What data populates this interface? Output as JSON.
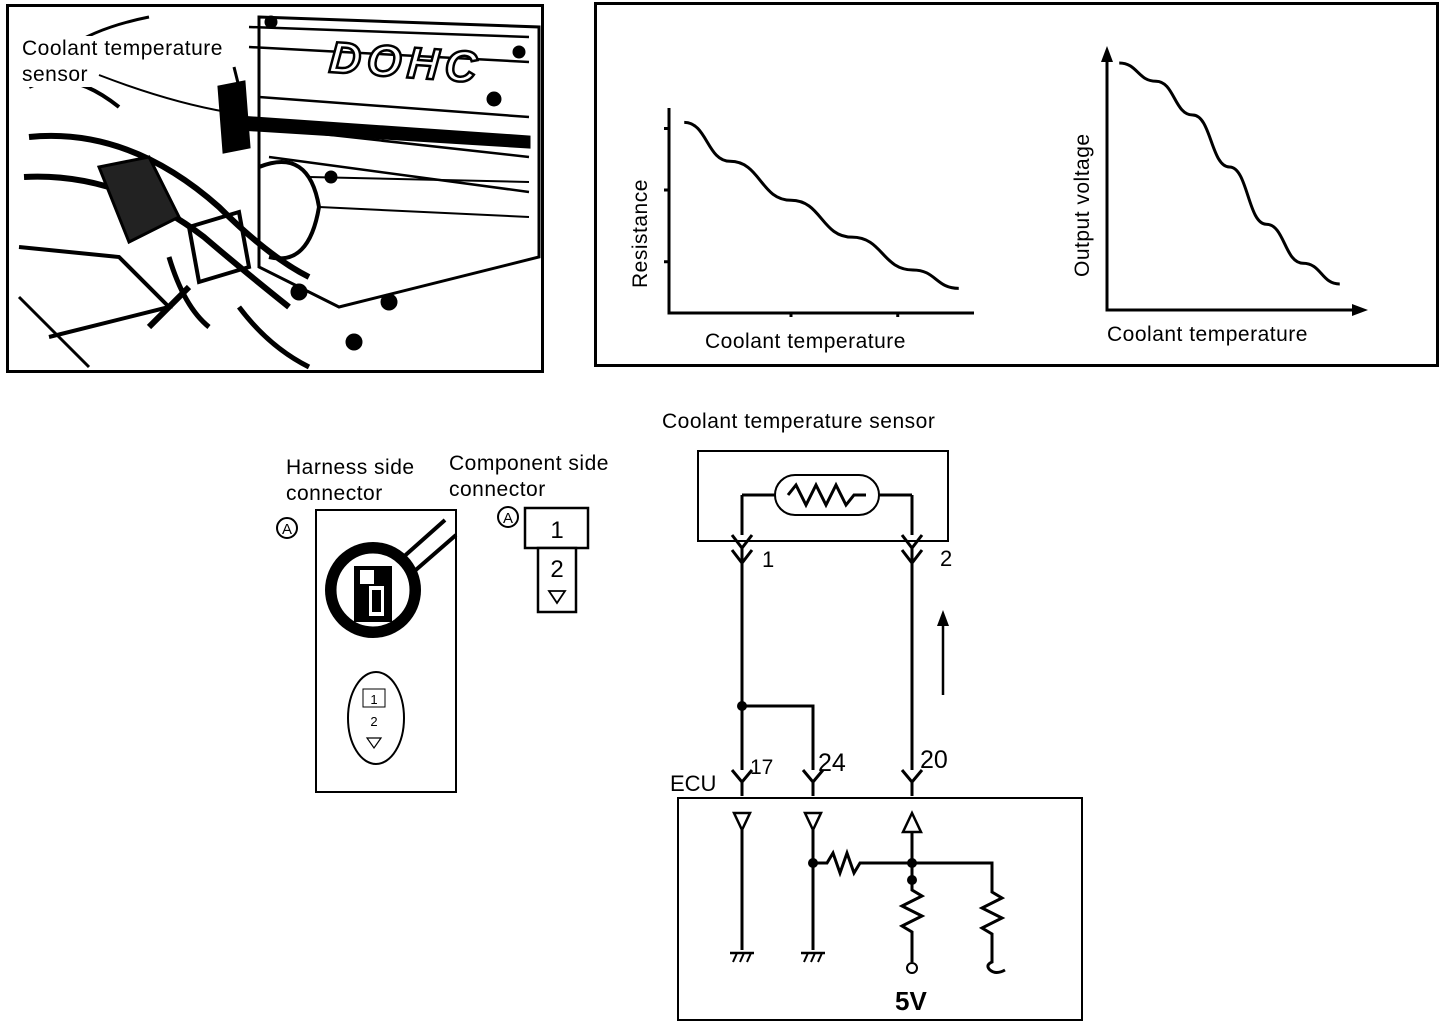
{
  "engine_photo": {
    "callout_line1": "Coolant temperature",
    "callout_line2": "sensor",
    "badge_text": "DOHC"
  },
  "chart_data": [
    {
      "type": "line",
      "title": "",
      "xlabel": "Coolant temperature",
      "ylabel": "Resistance",
      "series": [
        {
          "values": [
            [
              0.05,
              0.93
            ],
            [
              0.2,
              0.74
            ],
            [
              0.4,
              0.55
            ],
            [
              0.6,
              0.37
            ],
            [
              0.8,
              0.21
            ],
            [
              0.95,
              0.12
            ]
          ]
        }
      ],
      "grid": false
    },
    {
      "type": "line",
      "title": "",
      "xlabel": "Coolant temperature",
      "ylabel": "Output voltage",
      "series": [
        {
          "values": [
            [
              0.05,
              0.95
            ],
            [
              0.2,
              0.88
            ],
            [
              0.35,
              0.75
            ],
            [
              0.5,
              0.55
            ],
            [
              0.65,
              0.33
            ],
            [
              0.8,
              0.18
            ],
            [
              0.95,
              0.1
            ]
          ]
        }
      ],
      "grid": false
    }
  ],
  "connectors": {
    "harness_label_1": "Harness side",
    "harness_label_2": "connector",
    "component_label_1": "Component side",
    "component_label_2": "connector",
    "marker": "A",
    "pin_1": "1",
    "pin_2": "2"
  },
  "schematic": {
    "title": "Coolant temperature sensor",
    "sensor_pin_1": "1",
    "sensor_pin_2": "2",
    "ecu_label": "ECU",
    "ecu_pin_17": "17",
    "ecu_pin_24": "24",
    "ecu_pin_20": "20",
    "supply_label": "5V"
  }
}
